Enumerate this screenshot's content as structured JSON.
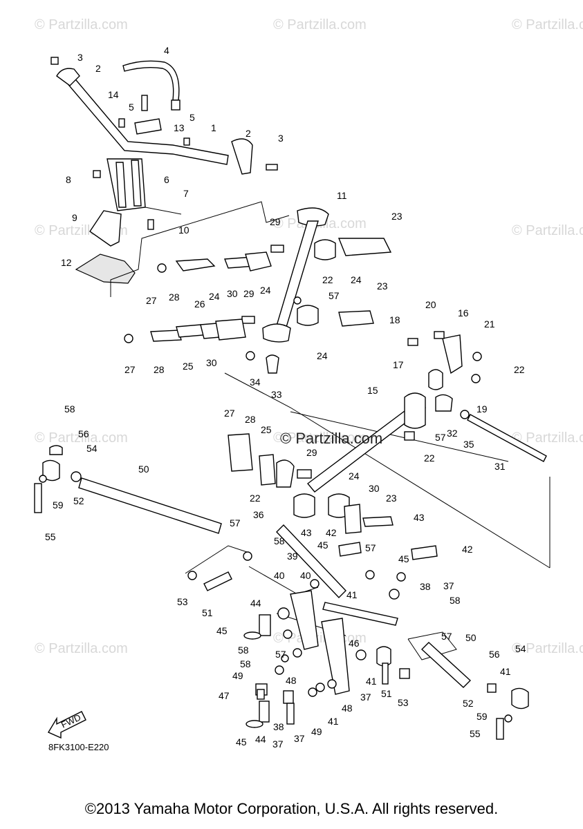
{
  "watermarks": [
    "© Partzilla.com",
    "© Partzilla.com",
    "© Partzilla.com",
    "© Partzilla.com",
    "© Partzilla.com",
    "© Partzilla.com",
    "© Partzilla.com",
    "© Partzilla.com",
    "© Partzilla.com",
    "© Partzilla.com",
    "© Partzilla.com",
    "© Partzilla.com"
  ],
  "center_watermark": "© Partzilla.com",
  "diagram_code": "8FK3100-E220",
  "fwd_label": "FWD",
  "copyright": "©2013 Yamaha Motor Corporation, U.S.A. All rights reserved.",
  "callouts": [
    "3",
    "2",
    "4",
    "14",
    "5",
    "13",
    "1",
    "5",
    "2",
    "3",
    "8",
    "6",
    "7",
    "9",
    "10",
    "12",
    "11",
    "29",
    "23",
    "24",
    "27",
    "28",
    "26",
    "30",
    "24",
    "29",
    "22",
    "57",
    "24",
    "23",
    "20",
    "16",
    "21",
    "18",
    "22",
    "27",
    "28",
    "25",
    "30",
    "24",
    "17",
    "34",
    "33",
    "15",
    "19",
    "58",
    "56",
    "54",
    "50",
    "27",
    "28",
    "25",
    "29",
    "57",
    "22",
    "32",
    "35",
    "31",
    "59",
    "52",
    "55",
    "24",
    "30",
    "22",
    "23",
    "36",
    "43",
    "42",
    "57",
    "43",
    "58",
    "45",
    "57",
    "39",
    "42",
    "45",
    "40",
    "40",
    "37",
    "38",
    "53",
    "51",
    "41",
    "58",
    "57",
    "44",
    "50",
    "45",
    "58",
    "57",
    "54",
    "56",
    "41",
    "58",
    "49",
    "48",
    "46",
    "41",
    "52",
    "47",
    "38",
    "37",
    "51",
    "53",
    "59",
    "55",
    "45",
    "44",
    "37",
    "49",
    "41",
    "48",
    "37"
  ]
}
